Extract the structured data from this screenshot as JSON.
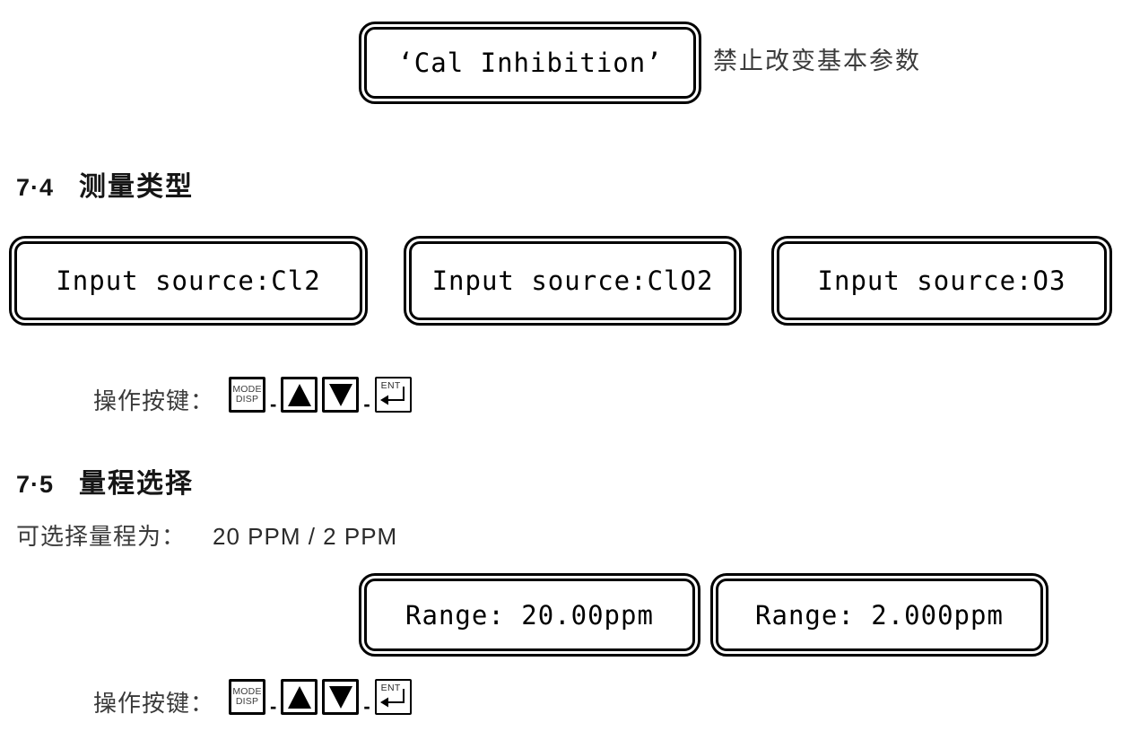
{
  "page": {
    "background": "#ffffff",
    "ink_color": "#000000",
    "body_text_color": "#3a3a3a"
  },
  "cal_section": {
    "display_text": "‘Cal Inhibition’",
    "note": "禁止改变基本参数"
  },
  "section_74": {
    "number": "7·4",
    "title": "测量类型",
    "displays": [
      {
        "text": "Input source:Cl2"
      },
      {
        "text": "Input source:ClO2"
      },
      {
        "text": "Input source:O3"
      }
    ]
  },
  "section_75": {
    "number": "7·5",
    "title": "量程选择",
    "range_note_label": "可选择量程为：",
    "range_note_value": "20 PPM / 2 PPM",
    "displays": [
      {
        "text": "Range: 20.00ppm"
      },
      {
        "text": "Range: 2.000ppm"
      }
    ]
  },
  "keys": {
    "label": "操作按键：",
    "mode_key_line1": "MODE",
    "mode_key_line2": "DISP",
    "separator": "-",
    "ent_label": "ENT",
    "icons": {
      "up": "up-arrow-icon",
      "down": "down-arrow-icon",
      "enter": "enter-return-icon"
    }
  }
}
